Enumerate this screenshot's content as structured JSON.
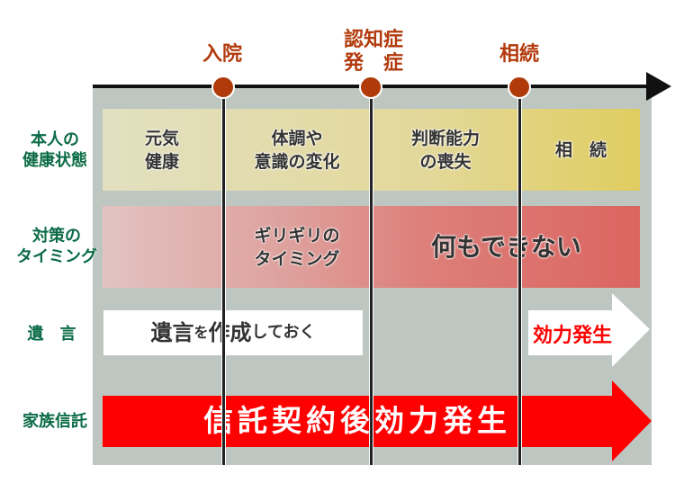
{
  "timeline": {
    "events": [
      {
        "label": "入院"
      },
      {
        "label_line1": "認知症",
        "label_line2": "発　症"
      },
      {
        "label": "相続"
      }
    ]
  },
  "rows": [
    {
      "label_line1": "本人の",
      "label_line2": "健康状態",
      "cells": [
        {
          "line1": "元気",
          "line2": "健康"
        },
        {
          "line1": "体調や",
          "line2": "意識の変化"
        },
        {
          "line1": "判断能力",
          "line2": "の喪失"
        },
        {
          "line1": "相　続"
        }
      ]
    },
    {
      "label_line1": "対策の",
      "label_line2": "タイミング",
      "cells": [
        {
          "line1": "ギリギリの",
          "line2": "タイミング"
        },
        {
          "line1": "何もできない"
        }
      ]
    },
    {
      "label": "遺　言",
      "box_text_a": "遺言",
      "box_text_b": "を",
      "box_text_c": "作成",
      "box_text_d": "しておく",
      "arrow_text": "効力発生"
    },
    {
      "label": "家族信託",
      "arrow_text": "信託契約後効力発生"
    }
  ],
  "colors": {
    "event": "#b23a0c",
    "row_label": "#0b6b47",
    "panel": "#bdc6c1",
    "trust_arrow": "#ff0000"
  }
}
